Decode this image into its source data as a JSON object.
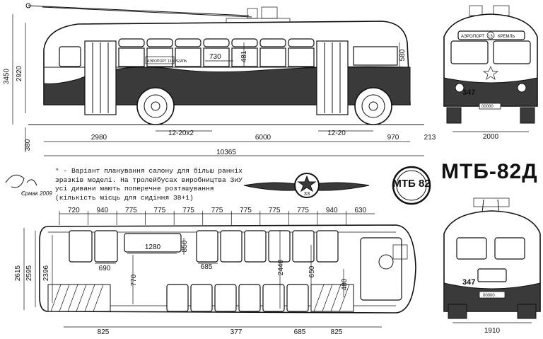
{
  "title": "МТБ-82Д",
  "note": "* - Варіант планування салону для більш ранніх зразків моделі. На тролейбусах виробництва ЗиУ усі дивани мають поперечне розташування (кількість місць для сидіння 38+1)",
  "signature": "Єрмак 2009",
  "emblem_text": "МТБ 82",
  "front_emblem_text": "ЗЗ",
  "side_view": {
    "destination_sign": "АЭРОПОРТ 13 КРЕМЛЬ",
    "dimensions": {
      "total_height": "3450",
      "body_height": "2920",
      "ground_clearance": "380",
      "window_width": "730",
      "window_height": "481",
      "rear_height": "580",
      "front_overhang": "2980",
      "wheelbase": "6000",
      "rear_overhang": "970",
      "rear_bumper": "213",
      "total_length": "10365",
      "front_tyre": "12-20x2",
      "rear_tyre": "12-20"
    }
  },
  "front_view": {
    "sign_left": "АЭРОПОРТ",
    "route": "13",
    "sign_right": "КРЕМЛЬ",
    "fleet_number": "347",
    "plate": "00000",
    "track_width": "2000"
  },
  "rear_view": {
    "fleet_number": "347",
    "plate": "00000",
    "track_width": "1910"
  },
  "plan_view": {
    "top_spacing": [
      "720",
      "940",
      "775",
      "775",
      "775",
      "775",
      "775",
      "775",
      "775",
      "940",
      "630"
    ],
    "height_outer": "2615",
    "height_inner": "2595",
    "aisle_outer": "2396",
    "bench_length": "1280",
    "bench_depth": "850",
    "seat_pitch": "690",
    "seat_width": "685",
    "aisle_width": "770",
    "aisle_inner": "2440",
    "rear_width": "650",
    "door_depth": "480",
    "bottom_left": "825",
    "bottom_mid": "377",
    "bottom_door": "685",
    "bottom_right": "825"
  }
}
